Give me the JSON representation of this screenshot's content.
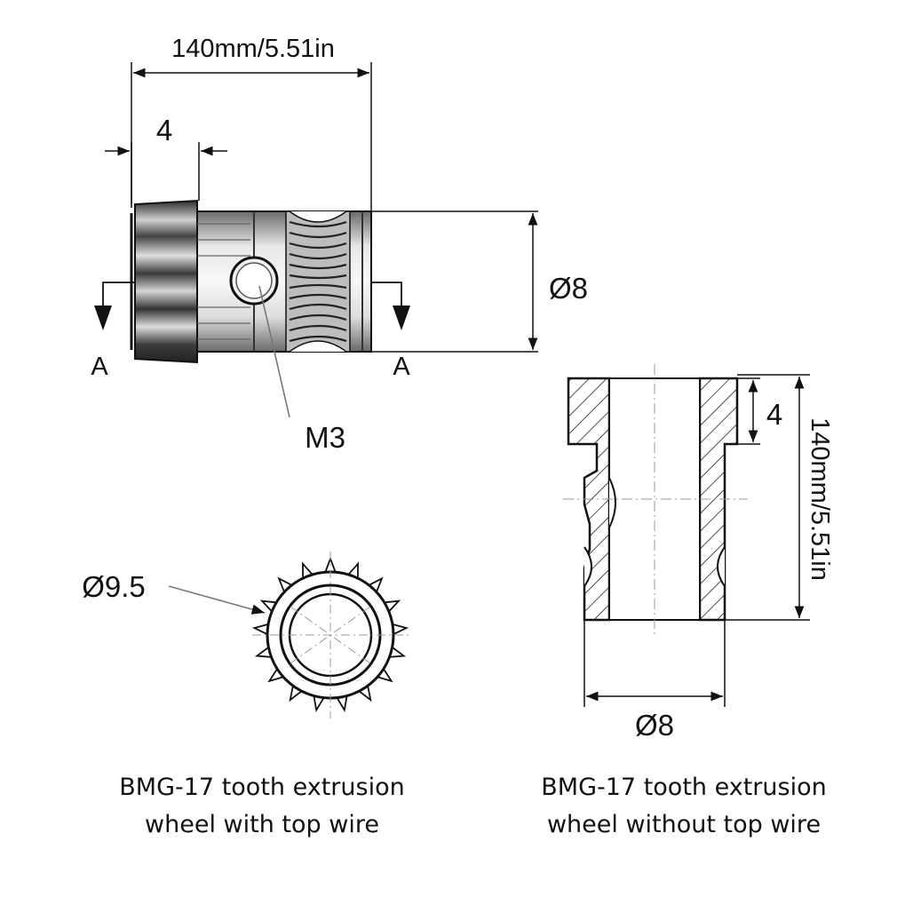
{
  "top_view": {
    "length_label": "140mm/5.51in",
    "teeth_length_label": "4",
    "diameter_label": "Ø8",
    "section_left": "A",
    "section_right": "A",
    "screw_label": "M3"
  },
  "front_view": {
    "outer_diameter_label": "Ø9.5"
  },
  "section_view": {
    "top_label": "4",
    "length_label": "140mm/5.51in",
    "diameter_label": "Ø8"
  },
  "captions": {
    "left_line1": "BMG-17 tooth extrusion",
    "left_line2": "wheel with top wire",
    "right_line1": "BMG-17 tooth extrusion",
    "right_line2": "wheel without top wire"
  },
  "colors": {
    "ink": "#111111",
    "metal_dark": "#3a3a3a",
    "metal_mid": "#8a8a8a",
    "metal_light": "#d8d8d8",
    "leader": "#777777"
  }
}
